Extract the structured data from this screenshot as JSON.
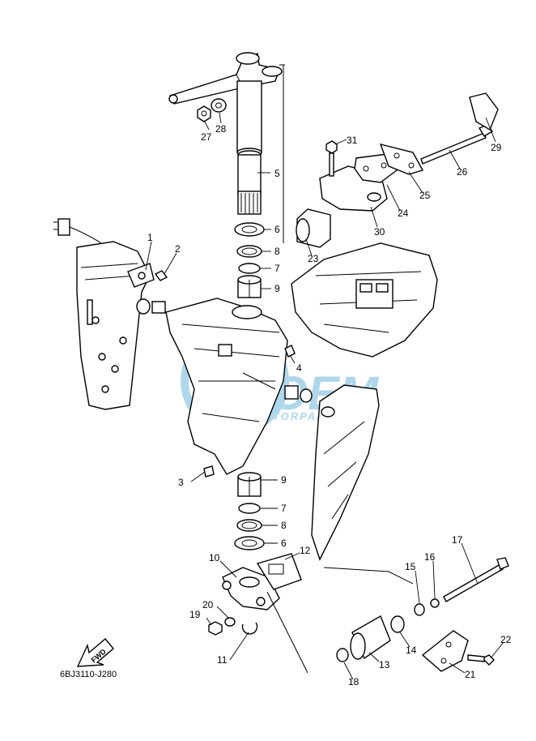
{
  "figure_code": "6BJ3110-J280",
  "fwd_label": "FWD",
  "watermark": {
    "brand": "OEM",
    "tagline": "MOTORPARTS",
    "color": "#1e90c8"
  },
  "callouts": [
    {
      "id": "c1",
      "text": "1"
    },
    {
      "id": "c2",
      "text": "2"
    },
    {
      "id": "c3",
      "text": "3"
    },
    {
      "id": "c4",
      "text": "4"
    },
    {
      "id": "c5",
      "text": "5"
    },
    {
      "id": "c6a",
      "text": "6"
    },
    {
      "id": "c6b",
      "text": "6"
    },
    {
      "id": "c7a",
      "text": "7"
    },
    {
      "id": "c7b",
      "text": "7"
    },
    {
      "id": "c8a",
      "text": "8"
    },
    {
      "id": "c8b",
      "text": "8"
    },
    {
      "id": "c9a",
      "text": "9"
    },
    {
      "id": "c9b",
      "text": "9"
    },
    {
      "id": "c10",
      "text": "10"
    },
    {
      "id": "c11",
      "text": "11"
    },
    {
      "id": "c12",
      "text": "12"
    },
    {
      "id": "c13",
      "text": "13"
    },
    {
      "id": "c14",
      "text": "14"
    },
    {
      "id": "c15",
      "text": "15"
    },
    {
      "id": "c16",
      "text": "16"
    },
    {
      "id": "c17",
      "text": "17"
    },
    {
      "id": "c18",
      "text": "18"
    },
    {
      "id": "c19",
      "text": "19"
    },
    {
      "id": "c20",
      "text": "20"
    },
    {
      "id": "c21",
      "text": "21"
    },
    {
      "id": "c22",
      "text": "22"
    },
    {
      "id": "c23",
      "text": "23"
    },
    {
      "id": "c24",
      "text": "24"
    },
    {
      "id": "c25",
      "text": "25"
    },
    {
      "id": "c26",
      "text": "26"
    },
    {
      "id": "c27",
      "text": "27"
    },
    {
      "id": "c28",
      "text": "28"
    },
    {
      "id": "c29",
      "text": "29"
    },
    {
      "id": "c30",
      "text": "30"
    },
    {
      "id": "c31",
      "text": "31"
    }
  ]
}
